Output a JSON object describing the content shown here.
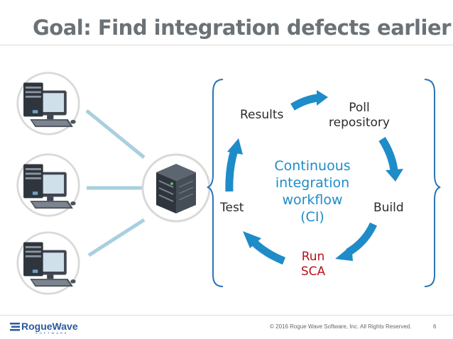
{
  "slide": {
    "title": "Goal: Find integration defects earlier",
    "page_number": "6"
  },
  "workflow": {
    "center_label": [
      "Continuous",
      "integration",
      "workflow",
      "(CI)"
    ],
    "steps": {
      "poll": [
        "Poll",
        "repository"
      ],
      "build": "Build",
      "run_sca": [
        "Run",
        "SCA"
      ],
      "test": "Test",
      "results": "Results"
    }
  },
  "footer": {
    "brand": "RogueWave",
    "brand_sub": "SOFTWARE",
    "copyright": "© 2016 Rogue Wave Software, Inc. All Rights Reserved."
  },
  "colors": {
    "title": "#6b7277",
    "arrow": "#1e8cc8",
    "connector": "#a9cfe0",
    "run_sca": "#b5121b",
    "brace": "#2a74b8",
    "center_text": "#1e8cc8"
  },
  "icons": {
    "workstation": "desktop-computer-icon",
    "server": "server-icon"
  }
}
